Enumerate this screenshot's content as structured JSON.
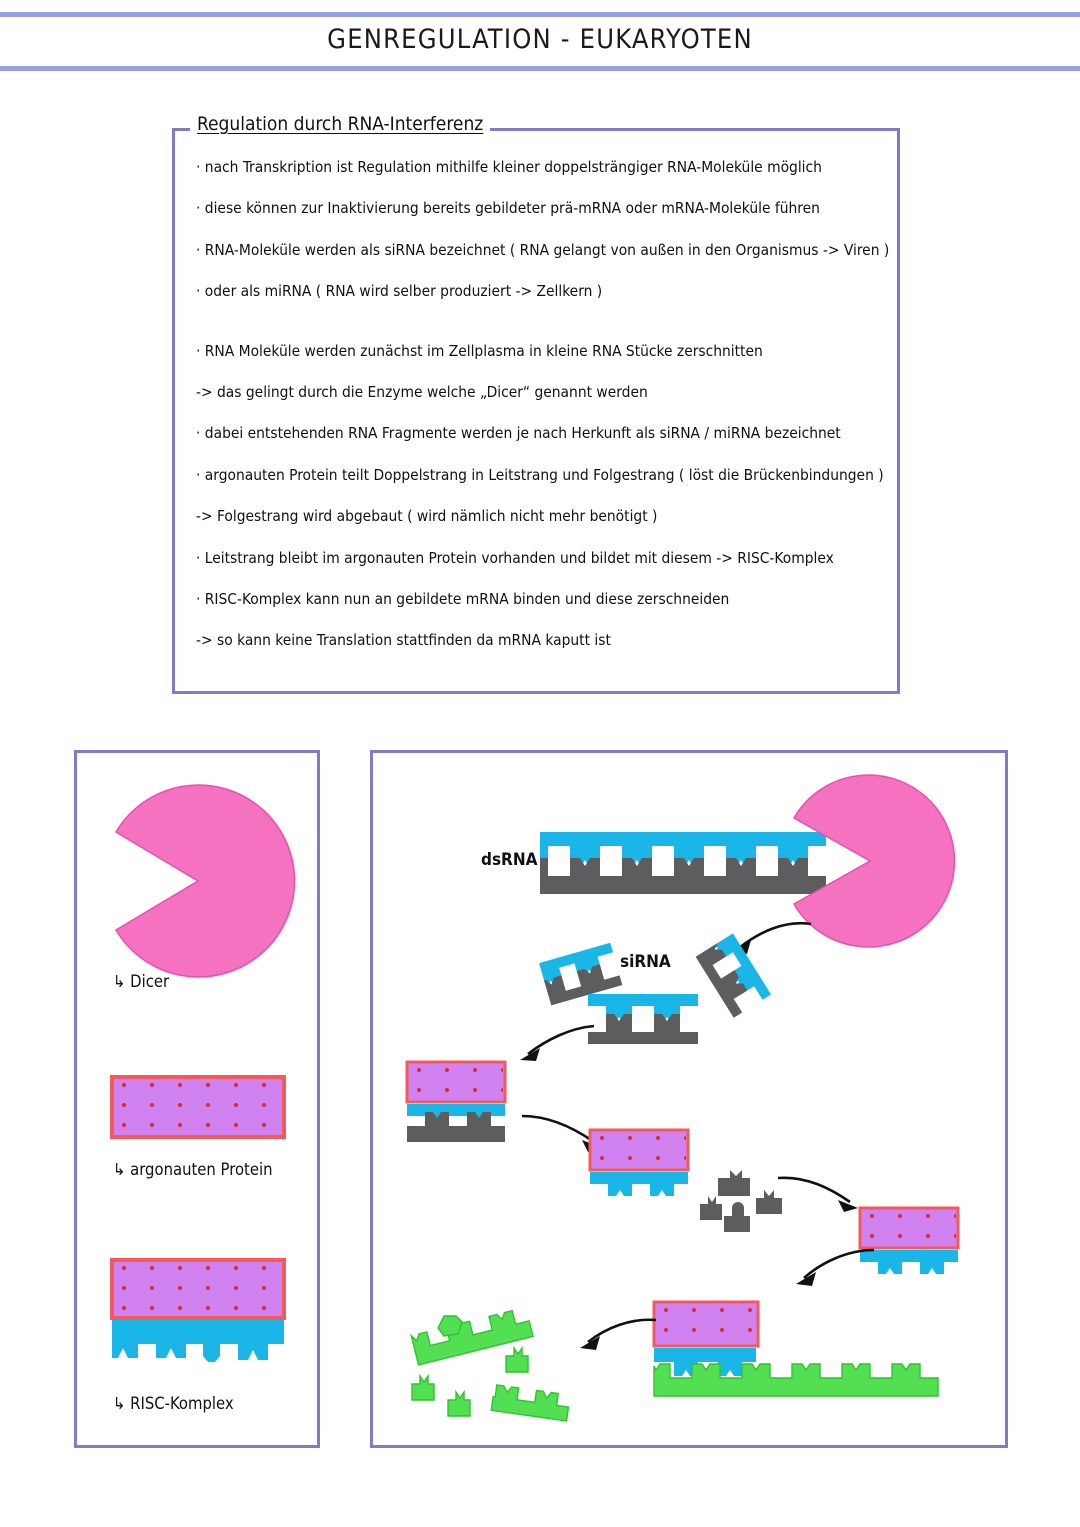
{
  "header": {
    "title": "GENREGULATION - EUKARYOTEN"
  },
  "notes": {
    "legend_title": "Regulation durch RNA-Interferenz",
    "lines": [
      "· nach Transkription ist Regulation mithilfe kleiner doppelsträngiger RNA-Moleküle möglich",
      "· diese können zur Inaktivierung bereits gebildeter prä-mRNA oder mRNA-Moleküle führen",
      "· RNA-Moleküle werden als siRNA bezeichnet ( RNA gelangt von außen in den Organismus -> Viren )",
      "· oder als miRNA ( RNA wird selber produziert -> Zellkern )",
      "· RNA Moleküle werden zunächst im Zellplasma in kleine RNA Stücke zerschnitten",
      "-> das gelingt durch die Enzyme welche „Dicer“ genannt werden",
      "· dabei entstehenden RNA Fragmente werden je nach Herkunft als siRNA / miRNA bezeichnet",
      "· argonauten Protein teilt Doppelstrang in Leitstrang und Folgestrang ( löst die Brückenbindungen )",
      "-> Folgestrang wird abgebaut ( wird nämlich nicht mehr benötigt )",
      "· Leitstrang bleibt im argonauten Protein vorhanden und bildet mit diesem -> RISC-Komplex",
      "· RISC-Komplex kann nun an gebildete mRNA binden und diese zerschneiden",
      "-> so kann keine Translation stattfinden da mRNA kaputt ist"
    ]
  },
  "legend_panel": {
    "items": [
      {
        "label": "↳  Dicer",
        "shape": "dicer-pacman"
      },
      {
        "label": "↳  argonauten Protein",
        "shape": "argonaute-block"
      },
      {
        "label": "↳  RISC-Komplex",
        "shape": "risc-complex"
      }
    ]
  },
  "diagram": {
    "labels": {
      "dsrna": "dsRNA",
      "sirna": "siRNA"
    }
  },
  "colors": {
    "rule": "#9aa0e8",
    "box_border": "#7b7dc8",
    "dicer_pink": "#f472c0",
    "rna_cyan": "#1ab6e8",
    "rna_gray": "#5d5d5d",
    "mrna_green": "#52e052",
    "argonaute_fill": "#d083f0",
    "argonaute_border": "#f45a5a",
    "argonaute_dot": "#d83030",
    "text": "#111111",
    "page_bg": "#fffffe"
  }
}
